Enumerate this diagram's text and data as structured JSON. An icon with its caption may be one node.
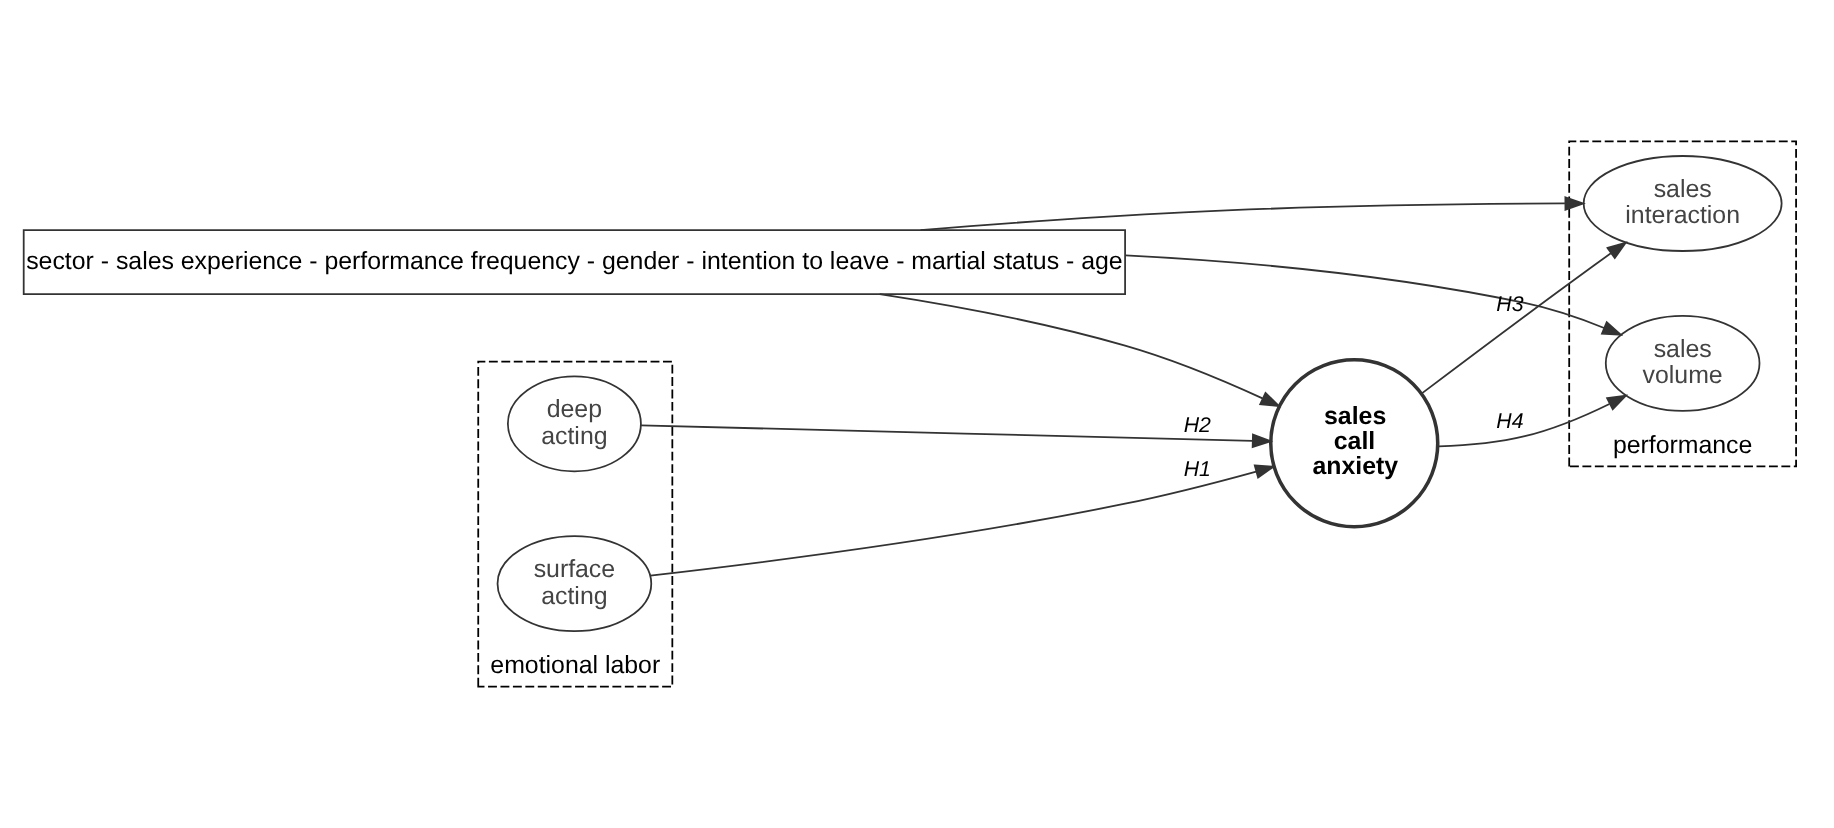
{
  "diagram": {
    "nodes": [
      {
        "text": [
          "sector - sales experience - performance frequency - gender - intention to leave - martial status - age"
        ]
      },
      {
        "text": [
          "emotional labor"
        ]
      },
      {
        "text": [
          "surface acting"
        ],
        "in": 1
      },
      {
        "text": [
          "deep acting"
        ],
        "in": 1
      },
      {
        "text": [
          "sales call anxiety"
        ]
      },
      {
        "text": [
          "performance"
        ]
      },
      {
        "text": [
          "sales interaction"
        ],
        "in": 5
      },
      {
        "text": [
          "sales volume"
        ],
        "in": 5
      }
    ],
    "edges": [
      {
        "from": 0,
        "to": 4,
        "arrow": "to"
      },
      {
        "from": 0,
        "to": 6,
        "arrow": "to"
      },
      {
        "from": 0,
        "to": 7,
        "arrow": "to"
      },
      {
        "from": 2,
        "to": 4,
        "arrow": "to",
        "label": "H1"
      },
      {
        "from": 3,
        "to": 4,
        "arrow": "to",
        "label": "H2"
      },
      {
        "from": 4,
        "to": 6,
        "arrow": "to",
        "label": "H3"
      },
      {
        "from": 4,
        "to": 7,
        "arrow": "to",
        "label": "H4"
      }
    ]
  }
}
